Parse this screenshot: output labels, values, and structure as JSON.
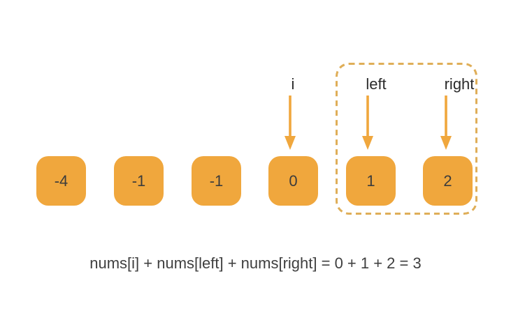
{
  "colors": {
    "background": "#ffffff",
    "box": "#f0a73d",
    "arrow": "#f0a73d",
    "dashed_border": "#dfae58",
    "pointer_text": "#2b2b2b",
    "box_text": "#3c3c3c",
    "formula_text": "#3f3f3f"
  },
  "array": {
    "cells": [
      {
        "value": "-4"
      },
      {
        "value": "-1"
      },
      {
        "value": "-1"
      },
      {
        "value": "0"
      },
      {
        "value": "1"
      },
      {
        "value": "2"
      }
    ]
  },
  "pointers": [
    {
      "label": "i",
      "target_index": 3
    },
    {
      "label": "left",
      "target_index": 4
    },
    {
      "label": "right",
      "target_index": 5
    }
  ],
  "formula": {
    "text": "nums[i] + nums[left] + nums[right] = 0 + 1 + 2 = 3"
  }
}
